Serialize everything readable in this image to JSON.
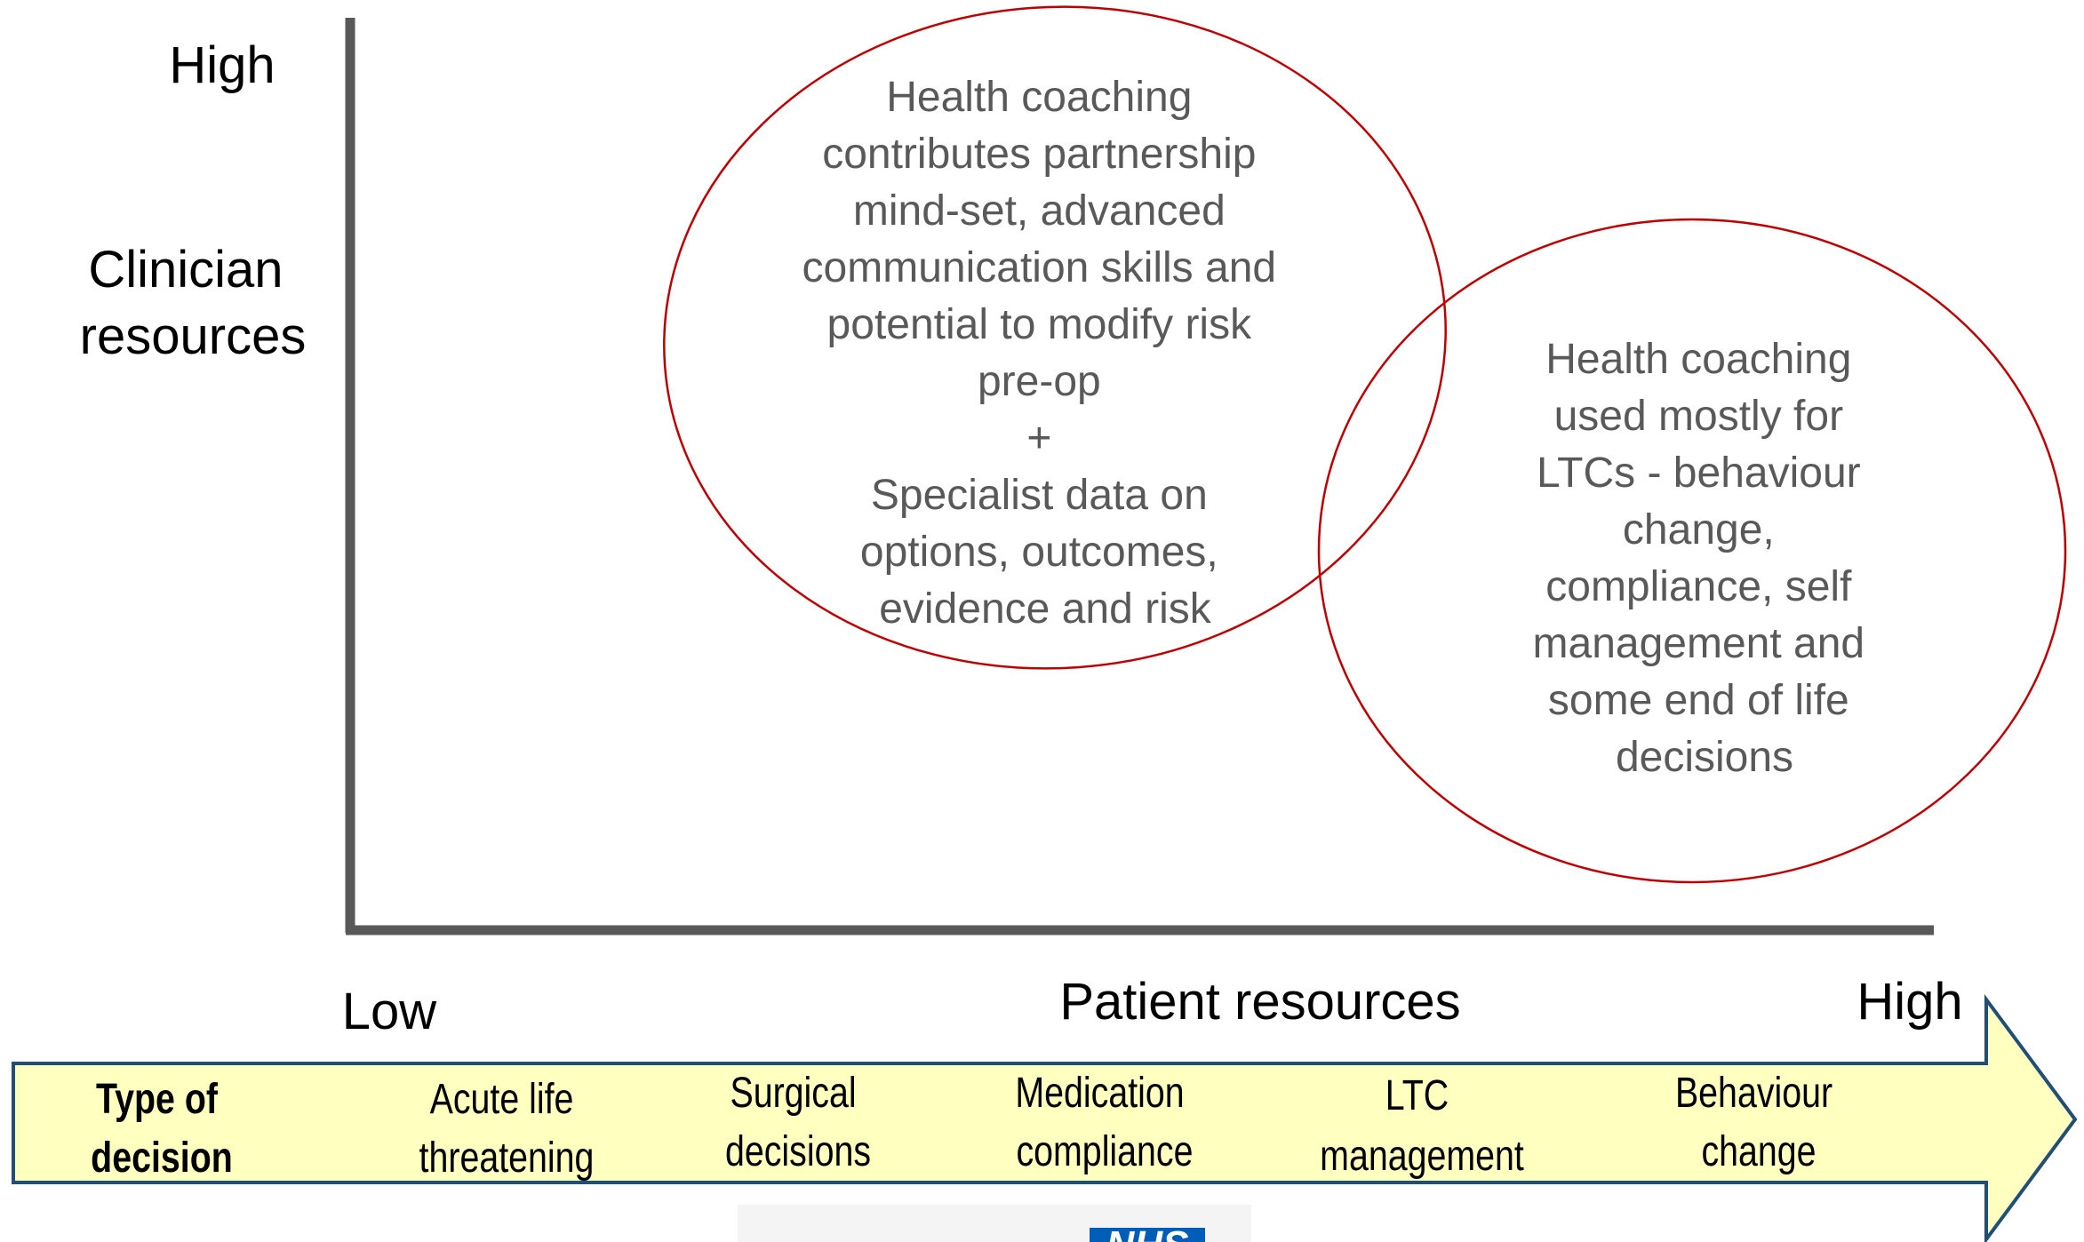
{
  "y_axis": {
    "high_label": "High",
    "title_lines": [
      "Clinician",
      "resources"
    ]
  },
  "x_axis": {
    "low_label": "Low",
    "title": "Patient resources",
    "high_label": "High"
  },
  "bubbles": {
    "left": {
      "lines": [
        "Health coaching",
        "contributes partnership",
        "mind-set, advanced",
        "communication skills and",
        "potential to modify risk",
        "pre-op",
        "+",
        "Specialist data on",
        "options, outcomes,",
        "evidence and risk"
      ]
    },
    "right": {
      "lines": [
        "Health coaching",
        "used mostly for",
        "LTCs - behaviour",
        "change,",
        "compliance, self",
        "management and",
        "some end of life",
        "decisions"
      ]
    }
  },
  "decision_band": {
    "header_lines": [
      "Type of",
      "decision"
    ],
    "items": [
      {
        "lines": [
          "Acute life",
          "threatening"
        ]
      },
      {
        "lines": [
          "Surgical",
          "decisions"
        ]
      },
      {
        "lines": [
          "Medication",
          "compliance"
        ]
      },
      {
        "lines": [
          "LTC",
          "management"
        ]
      },
      {
        "lines": [
          "Behaviour",
          "change"
        ]
      }
    ]
  },
  "logo": {
    "text": "NHS"
  },
  "colors": {
    "axis": "#595959",
    "bubble_stroke": "#c00000",
    "bubble_text": "#595959",
    "band_fill": "#ffffc0",
    "band_stroke": "#1f4e79",
    "logo_blue": "#005eb8"
  }
}
